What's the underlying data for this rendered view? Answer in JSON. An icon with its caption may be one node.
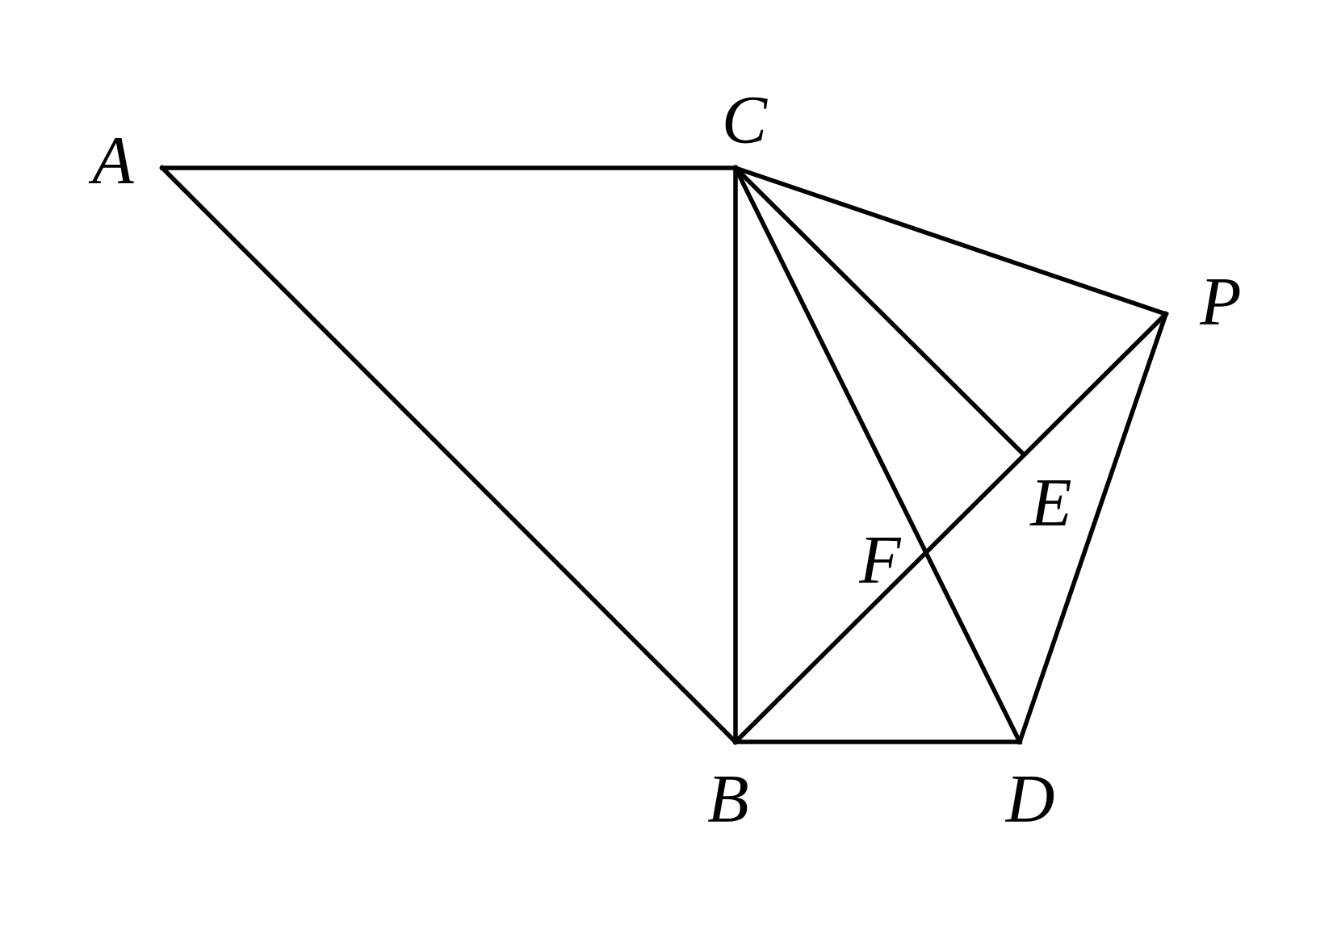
{
  "diagram": {
    "nodes": [
      {
        "text": [
          "A"
        ]
      },
      {
        "text": [
          "C"
        ]
      },
      {
        "text": [
          "P"
        ]
      },
      {
        "text": [
          "E"
        ]
      },
      {
        "text": [
          "F"
        ]
      },
      {
        "text": [
          "B"
        ]
      },
      {
        "text": [
          "D"
        ]
      }
    ],
    "edges": [
      {
        "from": 0,
        "to": 1,
        "arrow": "none"
      },
      {
        "from": 0,
        "to": 5,
        "arrow": "none"
      },
      {
        "from": 1,
        "to": 5,
        "arrow": "none"
      },
      {
        "from": 1,
        "to": 2,
        "arrow": "none"
      },
      {
        "from": 1,
        "to": 6,
        "arrow": "none"
      },
      {
        "from": 1,
        "to": 3,
        "arrow": "none"
      },
      {
        "from": 5,
        "to": 2,
        "arrow": "none"
      },
      {
        "from": 2,
        "to": 6,
        "arrow": "none"
      },
      {
        "from": 5,
        "to": 6,
        "arrow": "none"
      }
    ]
  }
}
